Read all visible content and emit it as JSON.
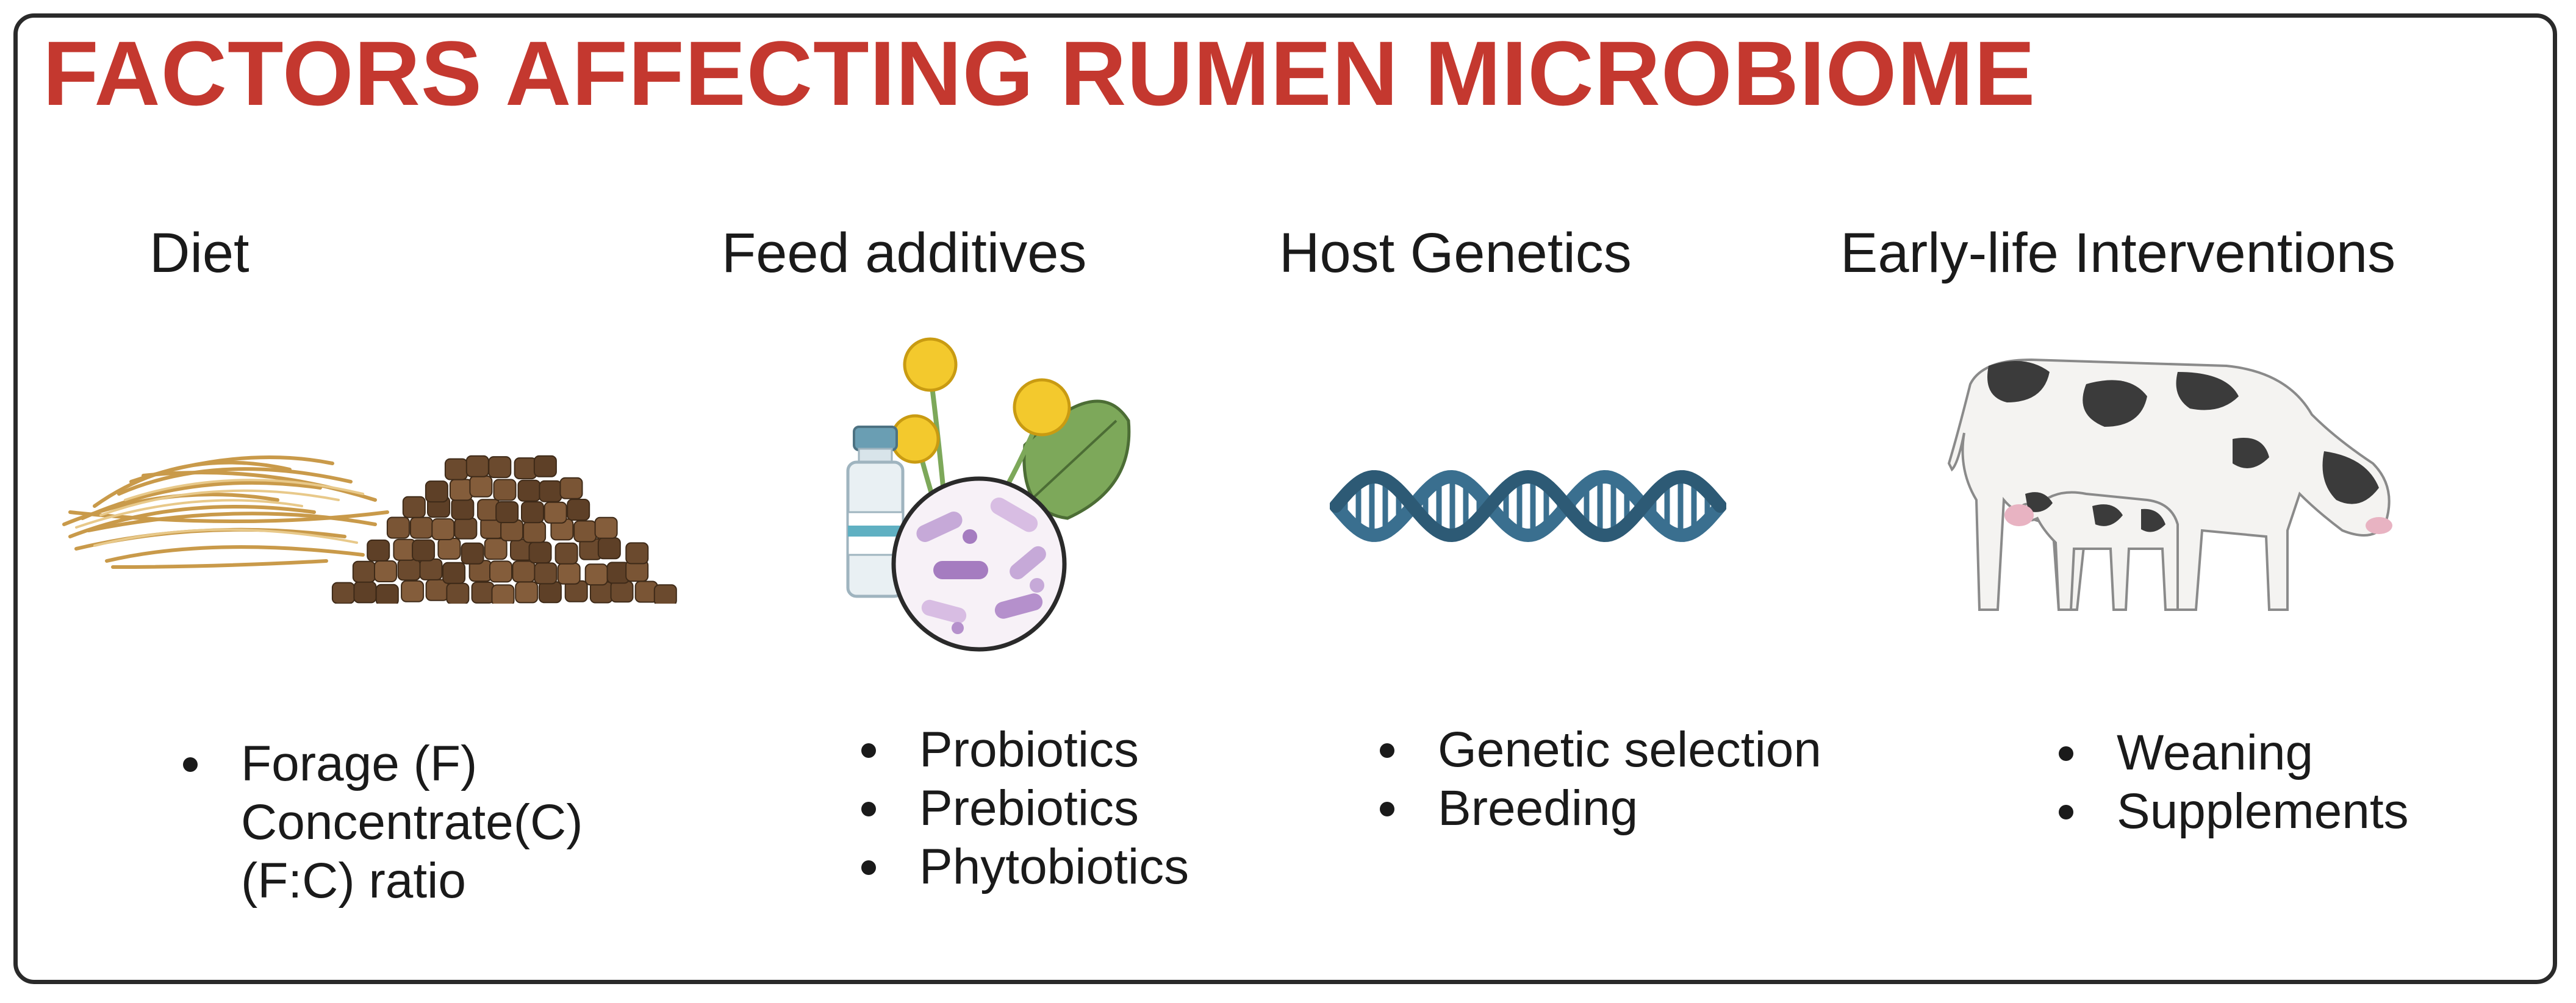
{
  "title": "FACTORS AFFECTING RUMEN MICROBIOME",
  "columns": [
    {
      "heading": "Diet",
      "icon": "hay-and-pellets-icon",
      "items": [
        {
          "lines": [
            "Forage (F)",
            "Concentrate(C)",
            "(F:C) ratio"
          ]
        }
      ]
    },
    {
      "heading": "Feed additives",
      "icon": "vial-flowers-microbes-icon",
      "items": [
        {
          "lines": [
            "Probiotics"
          ]
        },
        {
          "lines": [
            "Prebiotics"
          ]
        },
        {
          "lines": [
            "Phytobiotics"
          ]
        }
      ]
    },
    {
      "heading": "Host Genetics",
      "icon": "dna-helix-icon",
      "items": [
        {
          "lines": [
            "Genetic selection"
          ]
        },
        {
          "lines": [
            "Breeding"
          ]
        }
      ]
    },
    {
      "heading": "Early-life Interventions",
      "icon": "cow-and-calf-icon",
      "items": [
        {
          "lines": [
            "Weaning"
          ]
        },
        {
          "lines": [
            "Supplements"
          ]
        }
      ]
    }
  ],
  "colors": {
    "title": "#c4382f",
    "border": "#2a2a2a",
    "dna": "#3a6f8f",
    "pellet": "#6b4a2e",
    "hay": "#d9b36a"
  }
}
